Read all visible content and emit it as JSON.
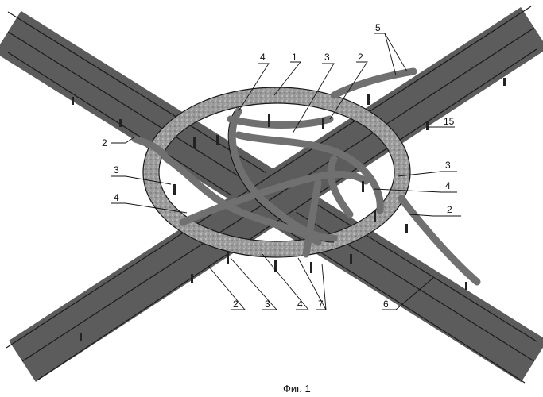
{
  "figure": {
    "caption": "Фиг. 1",
    "labels": [
      {
        "id": "l-4-top",
        "text": "4"
      },
      {
        "id": "l-1-top",
        "text": "1"
      },
      {
        "id": "l-3-top",
        "text": "3"
      },
      {
        "id": "l-2-top",
        "text": "2"
      },
      {
        "id": "l-5",
        "text": "5"
      },
      {
        "id": "l-15",
        "text": "15"
      },
      {
        "id": "l-2-left",
        "text": "2"
      },
      {
        "id": "l-3-left",
        "text": "3"
      },
      {
        "id": "l-4-left",
        "text": "4"
      },
      {
        "id": "l-3-right",
        "text": "3"
      },
      {
        "id": "l-4-right",
        "text": "4"
      },
      {
        "id": "l-2-right",
        "text": "2"
      },
      {
        "id": "l-2-bottom",
        "text": "2"
      },
      {
        "id": "l-3-bottom",
        "text": "3"
      },
      {
        "id": "l-4-bottom",
        "text": "4"
      },
      {
        "id": "l-7",
        "text": "7"
      },
      {
        "id": "l-6",
        "text": "6"
      }
    ]
  }
}
